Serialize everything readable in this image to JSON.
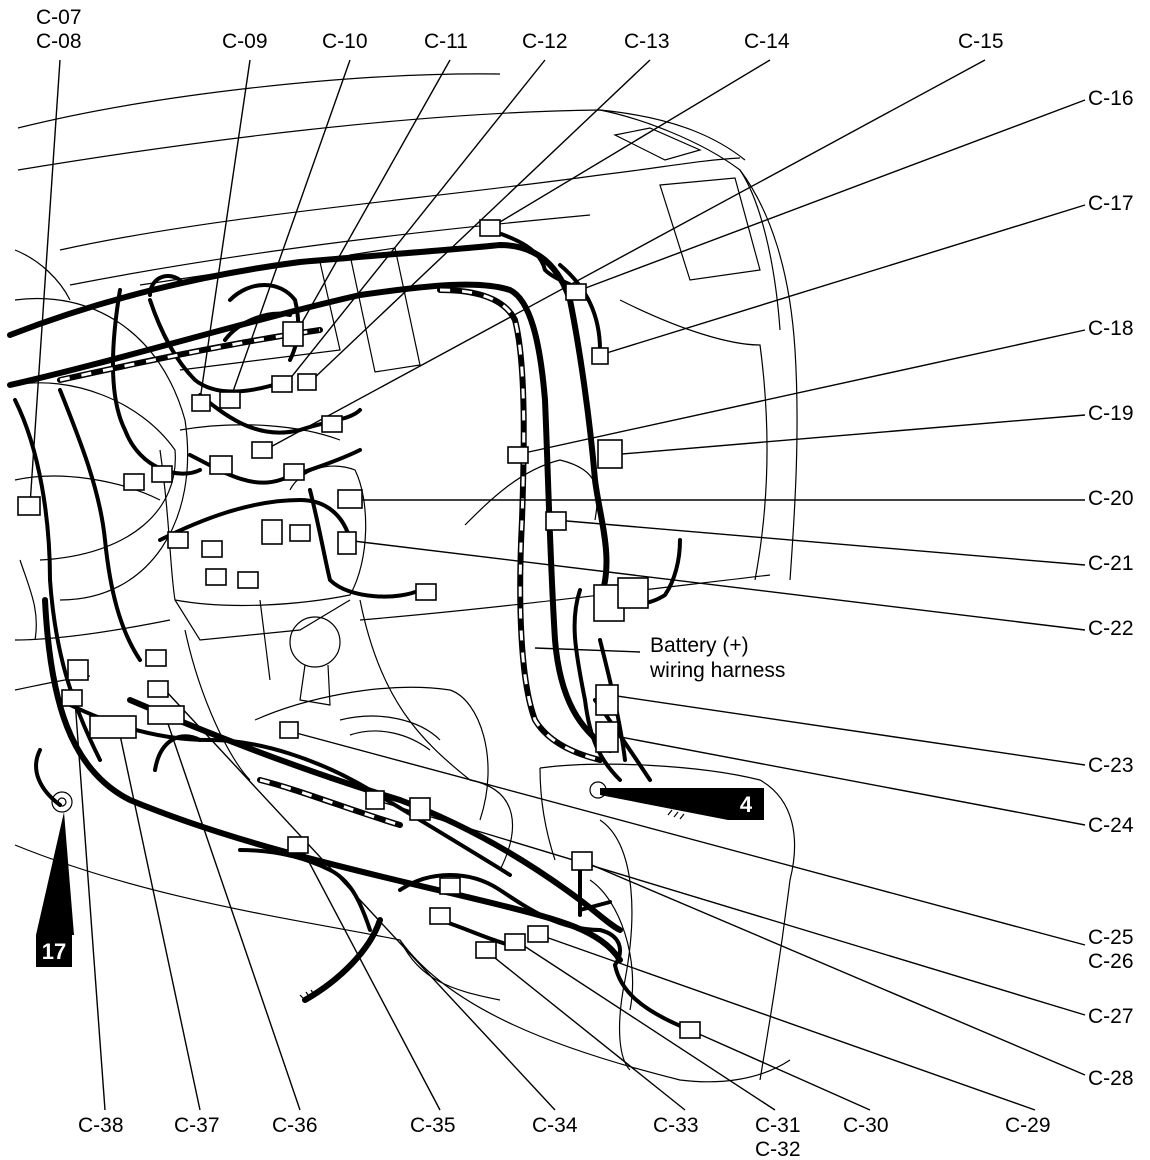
{
  "labels": {
    "c07": "C-07",
    "c08": "C-08",
    "c09": "C-09",
    "c10": "C-10",
    "c11": "C-11",
    "c12": "C-12",
    "c13": "C-13",
    "c14": "C-14",
    "c15": "C-15",
    "c16": "C-16",
    "c17": "C-17",
    "c18": "C-18",
    "c19": "C-19",
    "c20": "C-20",
    "c21": "C-21",
    "c22": "C-22",
    "c23": "C-23",
    "c24": "C-24",
    "c25": "C-25",
    "c26": "C-26",
    "c27": "C-27",
    "c28": "C-28",
    "c29": "C-29",
    "c30": "C-30",
    "c31": "C-31",
    "c32": "C-32",
    "c33": "C-33",
    "c34": "C-34",
    "c35": "C-35",
    "c36": "C-36",
    "c37": "C-37",
    "c38": "C-38"
  },
  "battery_harness": {
    "line1": "Battery (+)",
    "line2": "wiring harness"
  },
  "ground_points": {
    "g4": "4",
    "g17": "17"
  }
}
